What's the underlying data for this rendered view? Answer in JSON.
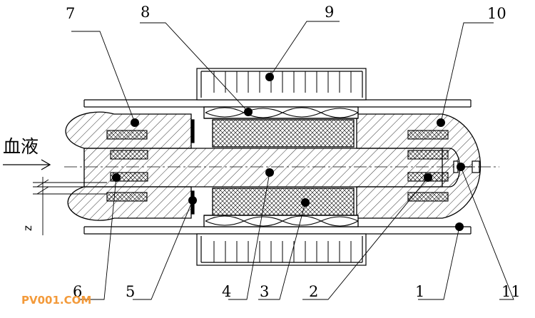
{
  "diagram": {
    "part_labels": {
      "p1": "1",
      "p2": "2",
      "p3": "3",
      "p4": "4",
      "p5": "5",
      "p6": "6",
      "p7": "7",
      "p8": "8",
      "p9": "9",
      "p10": "10",
      "p11": "11"
    },
    "inflow_label": "血液",
    "dimension_label": "z",
    "watermark": "PV001.COM"
  }
}
